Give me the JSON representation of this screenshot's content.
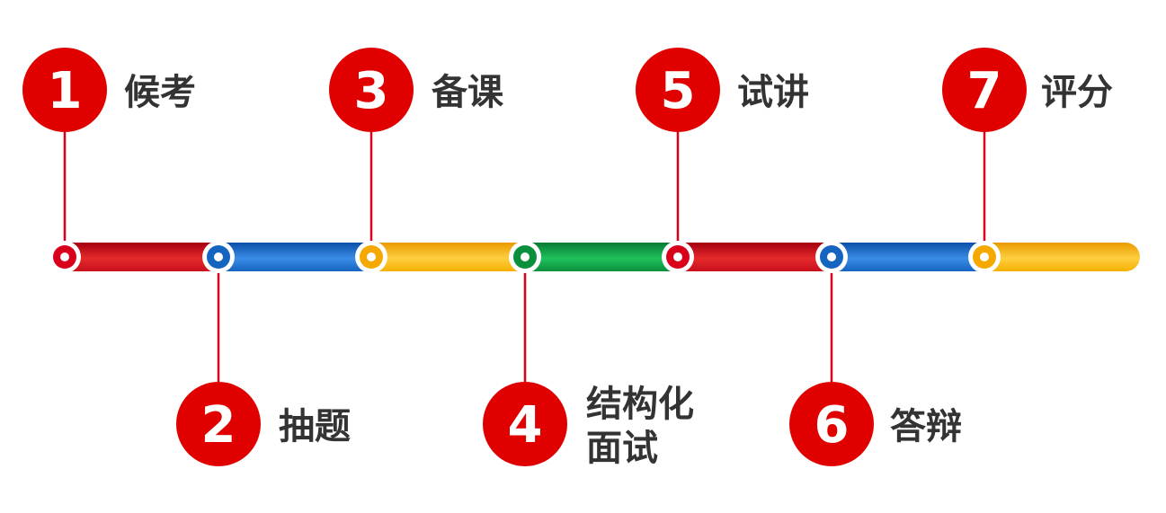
{
  "steps": [
    {
      "number": "1",
      "label": "候考",
      "color": "#d9001b",
      "position": "top"
    },
    {
      "number": "2",
      "label": "抽题",
      "color": "#1565c0",
      "position": "bottom"
    },
    {
      "number": "3",
      "label": "备课",
      "color": "#f5a800",
      "position": "top"
    },
    {
      "number": "4",
      "label": "结构化面试",
      "label_lines": [
        "结构化",
        "面试"
      ],
      "color": "#0a8f3c",
      "position": "bottom"
    },
    {
      "number": "5",
      "label": "试讲",
      "color": "#d9001b",
      "position": "top"
    },
    {
      "number": "6",
      "label": "答辩",
      "color": "#1565c0",
      "position": "bottom"
    },
    {
      "number": "7",
      "label": "评分",
      "color": "#f5a800",
      "position": "top"
    }
  ],
  "colors": {
    "badge": "#e00000",
    "connector": "#d9001b",
    "label_text": "#333333",
    "segment_red": [
      "#b80012",
      "#f03a3a"
    ],
    "segment_blue": [
      "#0e5cc0",
      "#3d8fe8"
    ],
    "segment_yellow": [
      "#f2a900",
      "#ffd04a"
    ],
    "segment_green": [
      "#06873a",
      "#1ec05a"
    ]
  }
}
